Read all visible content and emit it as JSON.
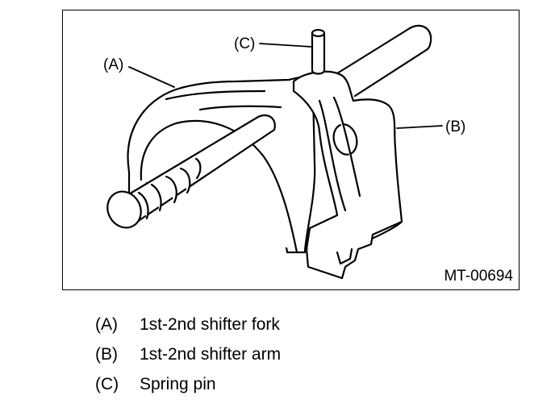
{
  "figure": {
    "id_label": "MT-00694",
    "callouts": {
      "a": "(A)",
      "b": "(B)",
      "c": "(C)"
    },
    "line_color": "#000000",
    "background": "#ffffff"
  },
  "legend": [
    {
      "key": "(A)",
      "text": "1st-2nd shifter fork"
    },
    {
      "key": "(B)",
      "text": "1st-2nd shifter arm"
    },
    {
      "key": "(C)",
      "text": "Spring pin"
    }
  ]
}
